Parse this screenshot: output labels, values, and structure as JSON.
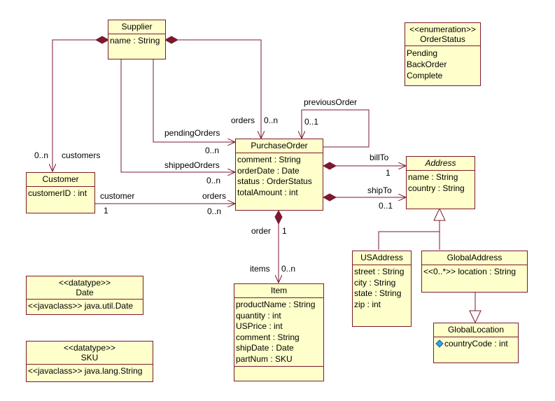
{
  "diagram": {
    "classes": {
      "supplier": {
        "name": "Supplier",
        "attributes": [
          "name : String"
        ]
      },
      "order_status": {
        "stereotype": "<<enumeration>>",
        "name": "OrderStatus",
        "literals": [
          "Pending",
          "BackOrder",
          "Complete"
        ]
      },
      "purchase_order": {
        "name": "PurchaseOrder",
        "attributes": [
          "comment : String",
          "orderDate : Date",
          "status : OrderStatus",
          "totalAmount : int"
        ]
      },
      "customer": {
        "name": "Customer",
        "attributes": [
          "customerID : int"
        ]
      },
      "address": {
        "name": "Address",
        "attributes": [
          "name : String",
          "country : String"
        ]
      },
      "us_address": {
        "name": "USAddress",
        "attributes": [
          "street : String",
          "city : String",
          "state : String",
          "zip : int"
        ]
      },
      "global_address": {
        "name": "GlobalAddress",
        "attributes": [
          "<<0..*>> location : String"
        ]
      },
      "global_location": {
        "name": "GlobalLocation",
        "attributes": [
          "countryCode : int"
        ]
      },
      "item": {
        "name": "Item",
        "attributes": [
          "productName : String",
          "quantity : int",
          "USPrice : int",
          "comment : String",
          "shipDate : Date",
          "partNum : SKU"
        ]
      },
      "date_type": {
        "stereotype": "<<datatype>>",
        "name": "Date",
        "attributes": [
          "<<javaclass>> java.util.Date"
        ]
      },
      "sku_type": {
        "stereotype": "<<datatype>>",
        "name": "SKU",
        "attributes": [
          "<<javaclass>> java.lang.String"
        ]
      }
    },
    "labels": {
      "orders_role": "orders",
      "orders_mult": "0..n",
      "previous_order_role": "previousOrder",
      "previous_order_mult": "0..1",
      "pending_orders_role": "pendingOrders",
      "pending_orders_mult": "0..n",
      "shipped_orders_role": "shippedOrders",
      "shipped_orders_mult": "0..n",
      "customers_mult": "0..n",
      "customers_role": "customers",
      "customer_role": "customer",
      "customer_mult": "1",
      "customer_orders_role": "orders",
      "customer_orders_mult": "0..n",
      "bill_to_role": "billTo",
      "bill_to_mult": "1",
      "ship_to_role": "shipTo",
      "ship_to_mult": "0..1",
      "order_role": "order",
      "order_mult": "1",
      "items_role": "items",
      "items_mult": "0..n"
    },
    "colors": {
      "line": "#7a1a2e",
      "fill": "#ffffcc",
      "text": "#000000",
      "icon": "#3aa0e8"
    }
  }
}
